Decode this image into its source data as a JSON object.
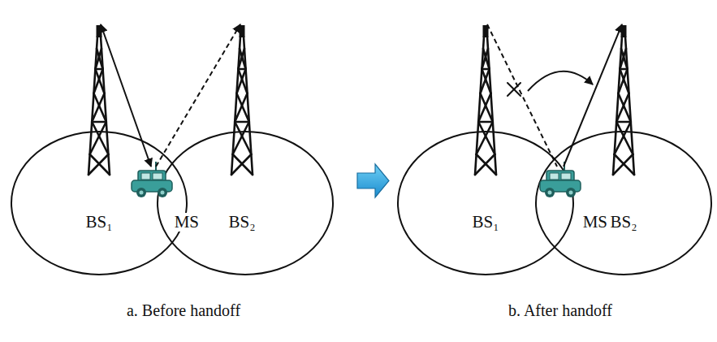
{
  "diagram": {
    "nodes": [
      {
        "text": [
          "BS₁"
        ]
      },
      {
        "text": [
          "MS"
        ]
      },
      {
        "text": [
          "BS₂"
        ]
      },
      {
        "text": [
          "BS₁"
        ]
      },
      {
        "text": [
          "MS"
        ]
      },
      {
        "text": [
          "BS₂"
        ]
      }
    ],
    "edges": [
      {
        "from": 0,
        "to": 1,
        "arrow": "both"
      },
      {
        "from": 1,
        "to": 2,
        "arrow": "to"
      },
      {
        "from": 3,
        "to": 4,
        "arrow": "none"
      },
      {
        "from": 4,
        "to": 5,
        "arrow": "to"
      }
    ],
    "labels": [
      "a. Before handoff",
      "b. After handoff"
    ]
  }
}
